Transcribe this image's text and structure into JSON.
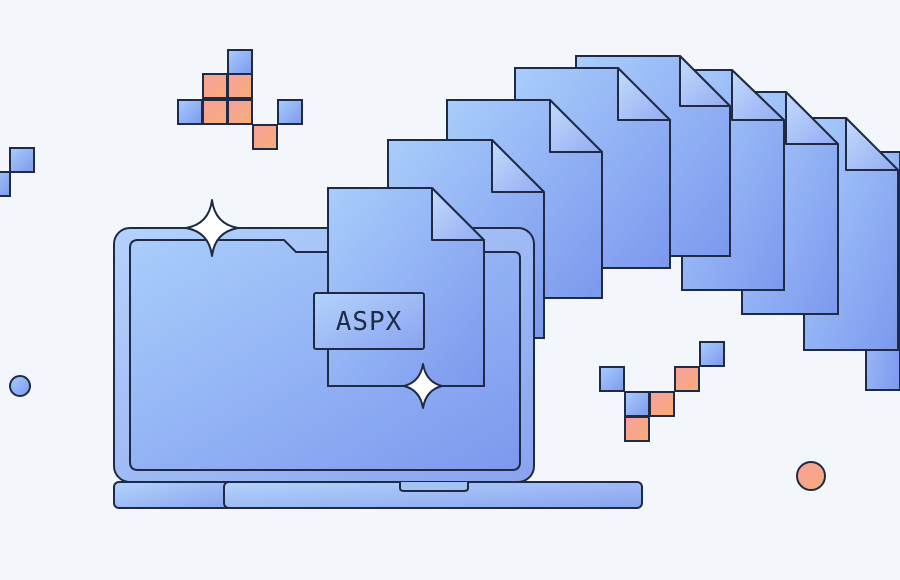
{
  "illustration": {
    "file_label": "ASPX",
    "colors": {
      "background": "#f3f6fb",
      "outline": "#1f2a44",
      "blue_light": "#a9cdfb",
      "blue_dark": "#7c98ee",
      "orange_light": "#f7a0a0",
      "orange_dark": "#f7ad73",
      "sparkle": "#ffffff"
    },
    "icons": {
      "laptop": "laptop-icon",
      "document": "document-icon",
      "sparkle": "sparkle-icon",
      "pixel_decoration": "pixel-cluster",
      "dot": "dot"
    }
  }
}
